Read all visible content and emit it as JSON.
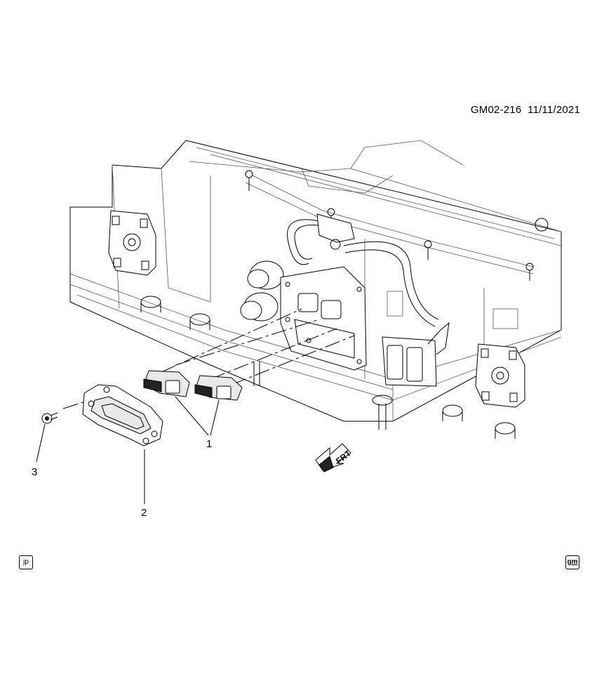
{
  "diagram": {
    "code": "GM02-216",
    "date": "11/11/2021",
    "callouts": {
      "c1": "1",
      "c2": "2",
      "c3": "3"
    },
    "frt_label": "FRT",
    "badges": {
      "left": "jp",
      "right": "gm"
    }
  }
}
